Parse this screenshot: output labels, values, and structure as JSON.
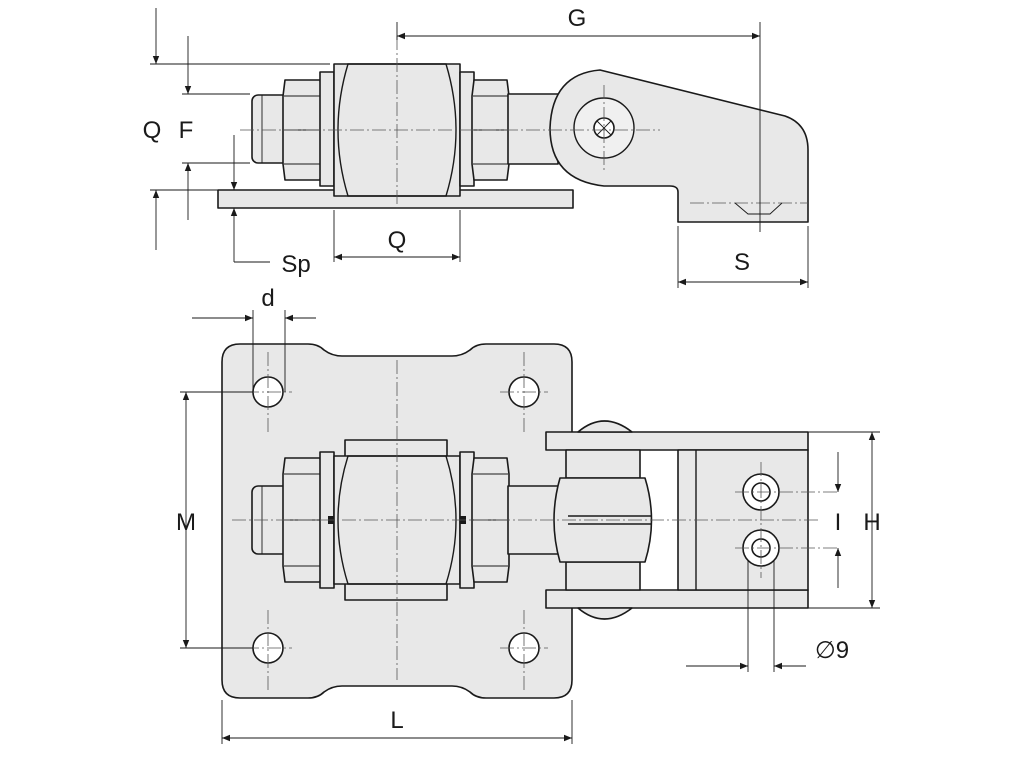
{
  "dimension_labels": {
    "G": "G",
    "Q_side": "Q",
    "F": "F",
    "Sp": "Sp",
    "Q_front": "Q",
    "S": "S",
    "d": "d",
    "M": "M",
    "L": "L",
    "I": "I",
    "H": "H",
    "phi9": "∅9"
  },
  "colors": {
    "fill": "#e8e8e8",
    "stroke": "#1a1a1a",
    "background": "#ffffff"
  }
}
